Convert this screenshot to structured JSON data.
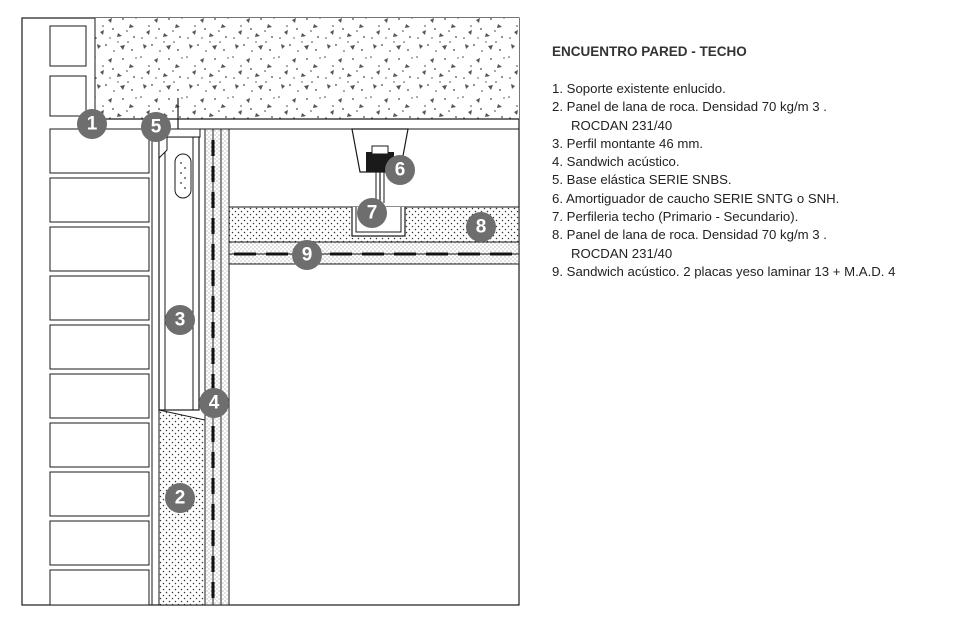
{
  "title": "ENCUENTRO PARED - TECHO",
  "items": [
    {
      "num": "1.",
      "text": "Soporte existente enlucido.",
      "cont": ""
    },
    {
      "num": "2.",
      "text": "Panel de lana de roca. Densidad 70 kg/m 3 .",
      "cont": "ROCDAN 231/40"
    },
    {
      "num": "3.",
      "text": "Perfil montante 46 mm.",
      "cont": ""
    },
    {
      "num": "4.",
      "text": "Sandwich acústico.",
      "cont": ""
    },
    {
      "num": "5.",
      "text": "Base elástica SERIE SNBS.",
      "cont": ""
    },
    {
      "num": "6.",
      "text": "Amortiguador de caucho SERIE SNTG o SNH.",
      "cont": ""
    },
    {
      "num": "7.",
      "text": "Perfileria techo (Primario - Secundario).",
      "cont": ""
    },
    {
      "num": "8.",
      "text": "Panel de lana de roca. Densidad 70 kg/m 3 .",
      "cont": "ROCDAN 231/40"
    },
    {
      "num": "9.",
      "text": "Sandwich acústico. 2 placas yeso laminar 13 + M.A.D. 4",
      "cont": ""
    }
  ],
  "callouts": [
    "1",
    "2",
    "3",
    "4",
    "5",
    "6",
    "7",
    "8",
    "9"
  ],
  "colors": {
    "badge": "#6e6e6e",
    "line": "#1a1a1a",
    "text": "#222222"
  }
}
